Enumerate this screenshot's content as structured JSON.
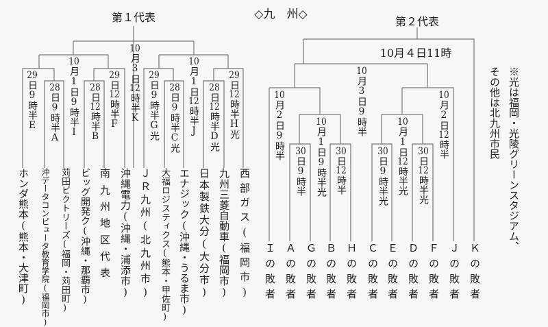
{
  "title": "◇九　州◇",
  "bracket1": {
    "heading": "第１代表",
    "matches": {
      "E": "29日9時半E",
      "A": "28日9時半A",
      "I": "10月1日9時半I",
      "B": "28日12時半B",
      "F": "29日12時半F",
      "K": "10月3日12時半K",
      "G": "29日9時半G光",
      "C": "28日9時半C光",
      "J": "10月1日12時半J",
      "D": "28日12時半D光",
      "H": "29日12時半H光"
    },
    "teams": [
      "ホンダ熊本(熊本・大津町)",
      "沖データコンピュータ教育学院(福岡市)",
      "苅田ビクトリーズ(福岡・苅田町)",
      "ビッグ開発ク(沖縄・那覇市)",
      "南九州地区代表",
      "沖縄電力(沖縄・浦添市)",
      "ＪＲ九州(北九州市)",
      "大福ロジスティクス(熊本・甲佐町)",
      "エナジック(沖縄・うるま市)",
      "日本製鉄大分(大分市)",
      "九州三菱自動車(福岡市)",
      "西部ガス(福岡市)"
    ]
  },
  "bracket2": {
    "heading": "第２代表",
    "final": "10月４日11時",
    "matches": {
      "m1": "10月2日9時半",
      "m2": "30日9時半",
      "m3": "10月1日9時半光",
      "m4": "30日12時半",
      "m5": "10月3日9時半",
      "m6": "30日9時半光",
      "m7": "10月1日12時半光",
      "m8": "30日12時半光",
      "m9": "10月2日12時半"
    },
    "entrants": [
      "Ｉの敗者",
      "Ａの敗者",
      "Ｇの敗者",
      "Ｂの敗者",
      "Ｈの敗者",
      "Ｃの敗者",
      "Ｅの敗者",
      "Ｄの敗者",
      "Ｆの敗者",
      "Ｊの敗者",
      "Ｋの敗者"
    ]
  },
  "notes": [
    "※光は福岡・光陵グリーンスタジアム、",
    "その他は北九州市民"
  ]
}
